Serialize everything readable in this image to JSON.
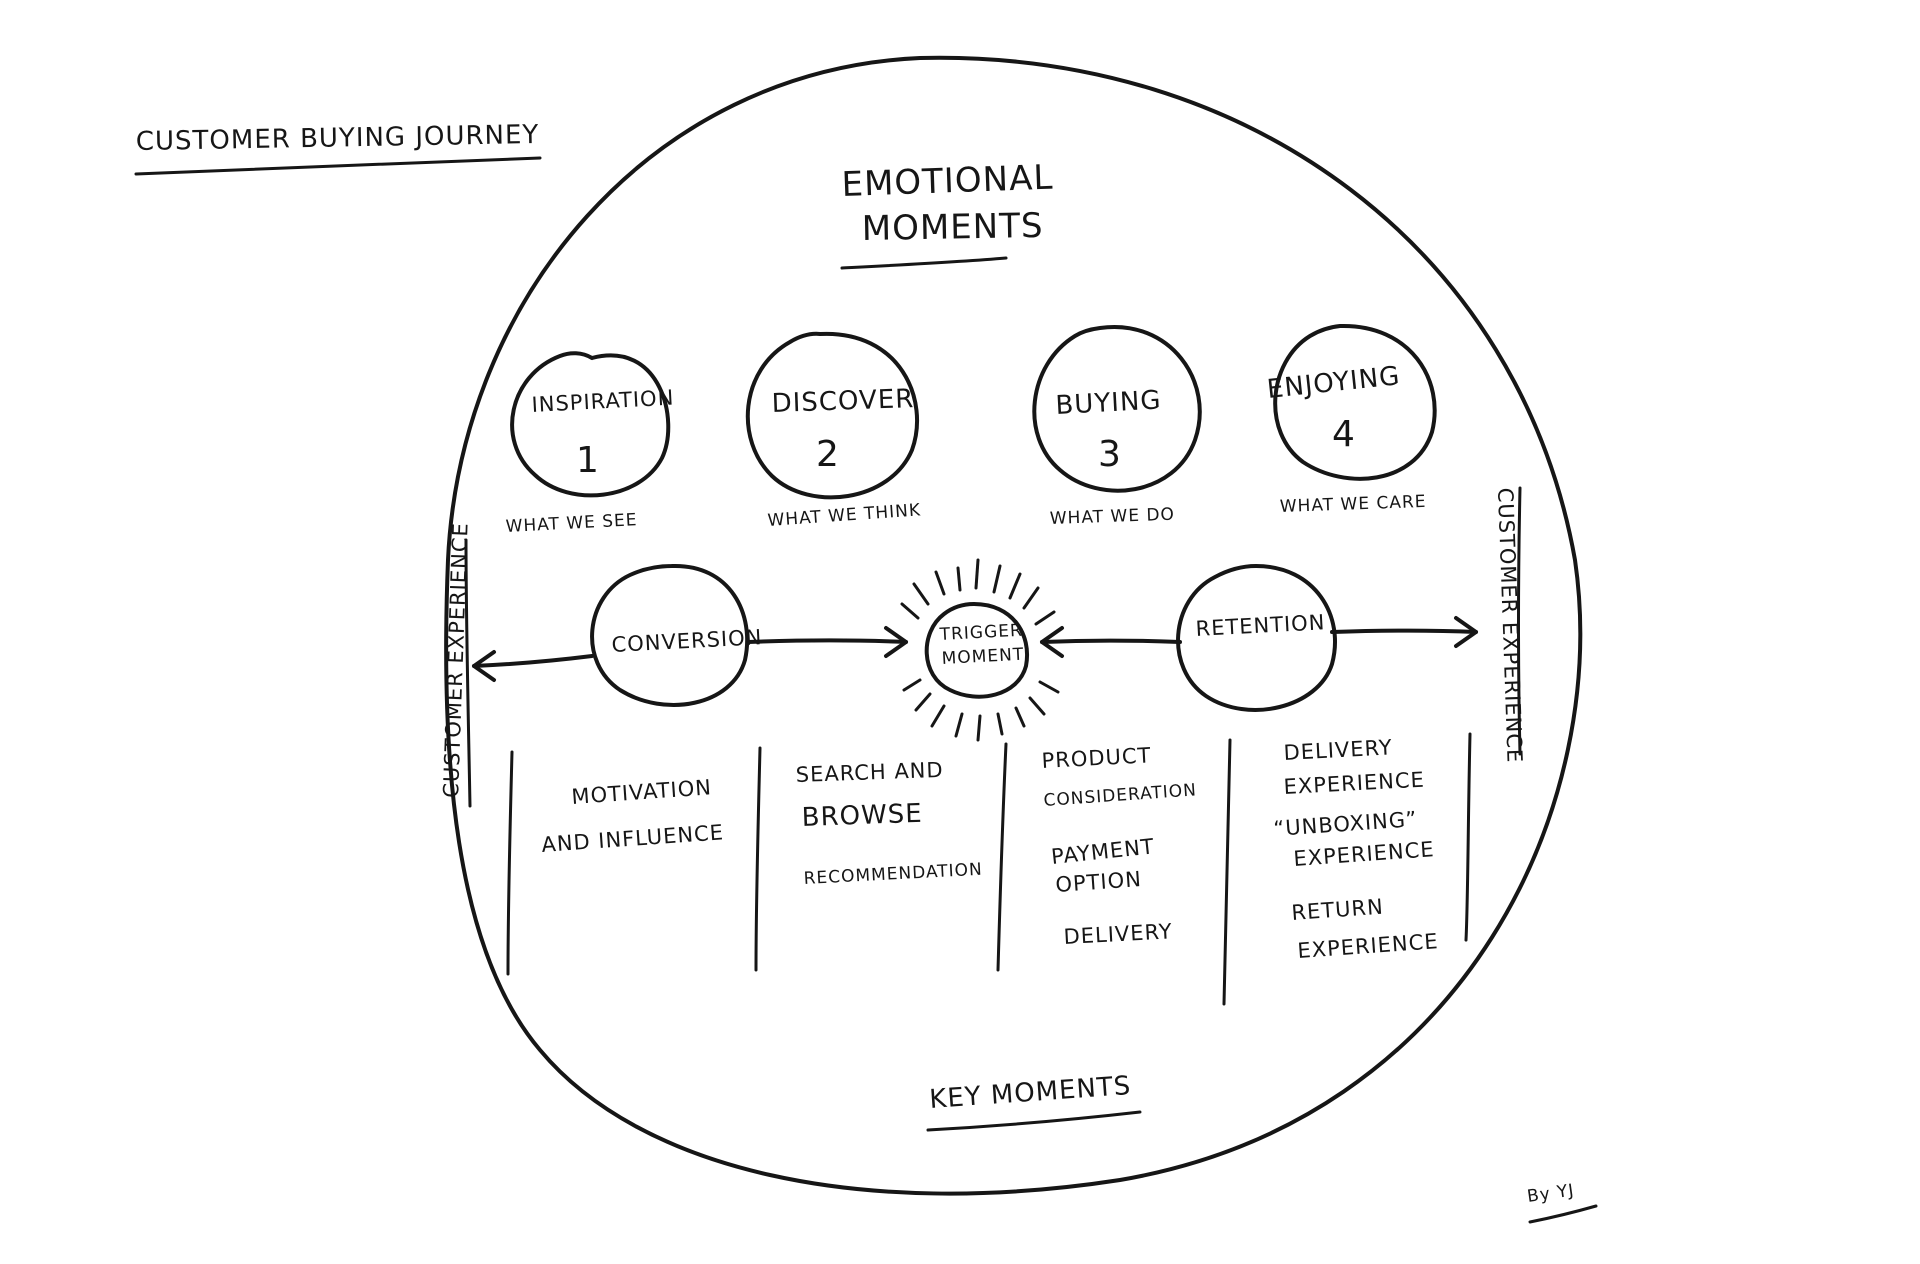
{
  "title": "CUSTOMER BUYING JOURNEY",
  "emotional_moments": {
    "line1": "EMOTIONAL",
    "line2": "MOMENTS"
  },
  "stages": [
    {
      "name": "INSPIRATION",
      "number": "1",
      "caption": "WHAT WE SEE"
    },
    {
      "name": "DISCOVER",
      "number": "2",
      "caption": "WHAT WE THINK"
    },
    {
      "name": "BUYING",
      "number": "3",
      "caption": "WHAT WE DO"
    },
    {
      "name": "ENJOYING",
      "number": "4",
      "caption": "WHAT WE CARE"
    }
  ],
  "flow": {
    "conversion": "CONVERSION",
    "trigger_line1": "TRIGGER",
    "trigger_line2": "MOMENT",
    "retention": "RETENTION"
  },
  "side_labels": {
    "left": "CUSTOMER EXPERIENCE",
    "right": "CUSTOMER EXPERIENCE"
  },
  "columns": [
    {
      "items": [
        {
          "line1": "MOTIVATION",
          "line2": "AND INFLUENCE"
        }
      ]
    },
    {
      "items": [
        {
          "line1": "SEARCH AND",
          "line2": "BROWSE"
        },
        {
          "line1": "RECOMMENDATION",
          "line2": ""
        }
      ]
    },
    {
      "items": [
        {
          "line1": "PRODUCT",
          "line2": "CONSIDERATION"
        },
        {
          "line1": "PAYMENT",
          "line2": "OPTION"
        },
        {
          "line1": "DELIVERY",
          "line2": ""
        }
      ]
    },
    {
      "items": [
        {
          "line1": "DELIVERY",
          "line2": "EXPERIENCE"
        },
        {
          "line1": "“UNBOXING”",
          "line2": "EXPERIENCE"
        },
        {
          "line1": "RETURN",
          "line2": "EXPERIENCE"
        }
      ]
    }
  ],
  "key_moments": "KEY MOMENTS",
  "signature": "By YJ",
  "colors": {
    "ink": "#161616",
    "paper": "#ffffff"
  }
}
